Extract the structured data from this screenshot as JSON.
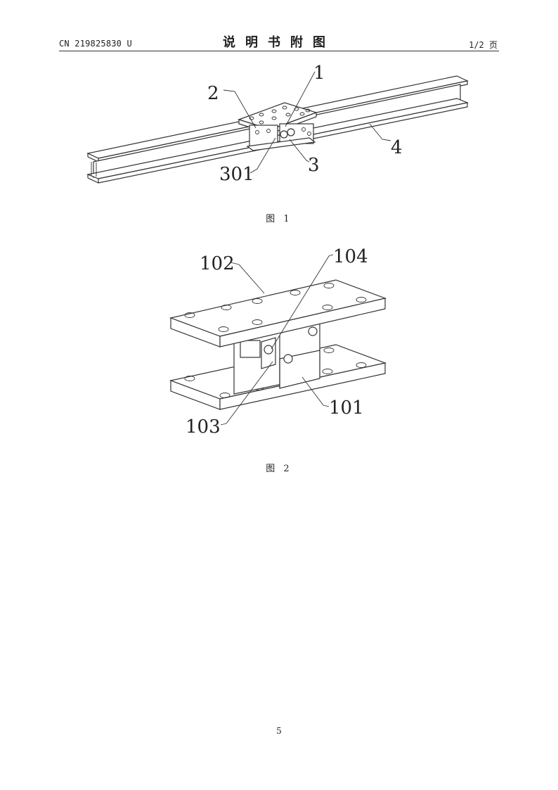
{
  "header": {
    "patent_number": "CN 219825830 U",
    "title": "说明书附图",
    "page_indicator": "1/2 页"
  },
  "figure1": {
    "caption": "图 1",
    "labels": {
      "l1": "1",
      "l2": "2",
      "l3": "3",
      "l4": "4",
      "l301": "301"
    }
  },
  "figure2": {
    "caption": "图 2",
    "labels": {
      "l101": "101",
      "l102": "102",
      "l103": "103",
      "l104": "104"
    }
  },
  "footer": {
    "page_number": "5"
  }
}
